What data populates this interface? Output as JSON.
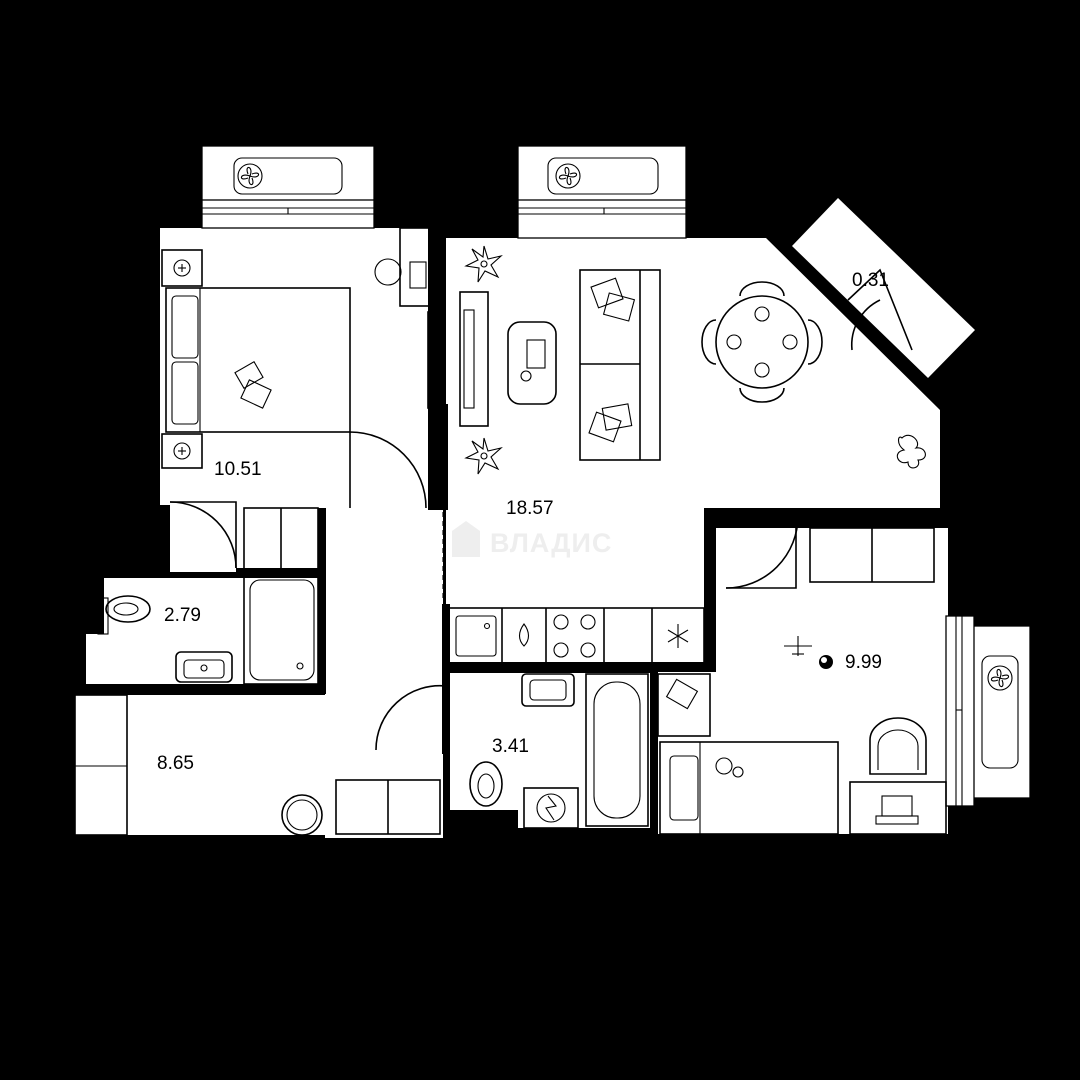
{
  "plan": {
    "rooms": [
      {
        "id": "bedroom",
        "area": "10.51"
      },
      {
        "id": "wc",
        "area": "2.79"
      },
      {
        "id": "hall",
        "area": "8.65"
      },
      {
        "id": "living",
        "area": "18.57"
      },
      {
        "id": "balcony",
        "area": "0.31"
      },
      {
        "id": "bathroom",
        "area": "3.41"
      },
      {
        "id": "kids",
        "area": "9.99"
      }
    ],
    "watermark": "ВЛАДИС",
    "colors": {
      "wall": "#000000",
      "floor": "#ffffff",
      "watermark": "#eeeeee"
    }
  }
}
